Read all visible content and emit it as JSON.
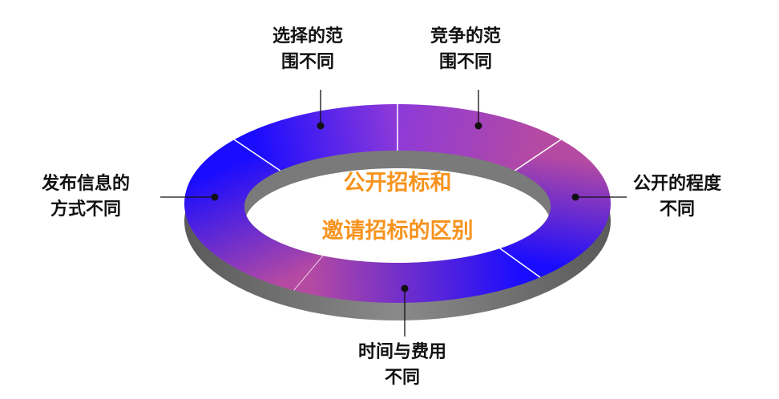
{
  "title": {
    "line1": "公开招标和",
    "line2": "邀请招标的区别"
  },
  "items": [
    {
      "line1": "选择的范",
      "line2": "围不同"
    },
    {
      "line1": "竞争的范",
      "line2": "围不同"
    },
    {
      "line1": "公开的程度",
      "line2": "不同"
    },
    {
      "line1": "时间与费用",
      "line2": "不同"
    },
    {
      "line1": "发布信息的",
      "line2": "方式不同"
    }
  ],
  "colors": {
    "blue": "#1a0cff",
    "purple": "#8e3ad8",
    "magenta": "#b54aa2",
    "accent": "#f7931e",
    "side": "#777777"
  }
}
